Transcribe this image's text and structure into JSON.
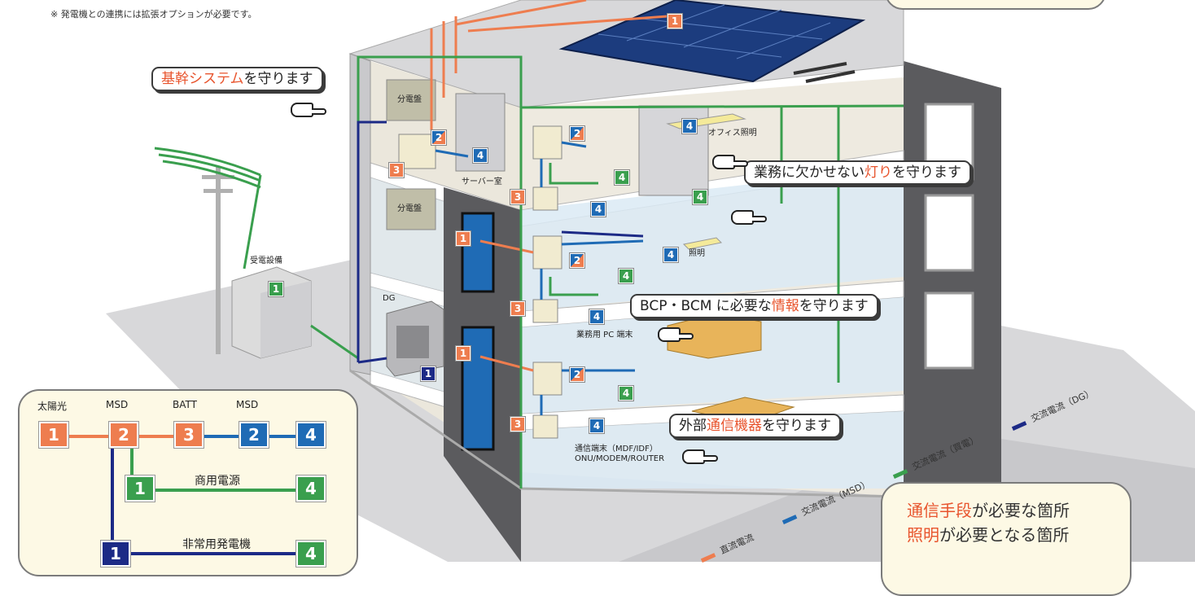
{
  "note": "※ 発電機との連携には拡張オプションが必要です。",
  "callouts": {
    "kikan": {
      "hl": "基幹システム",
      "rest": "を守ります"
    },
    "akari": {
      "pre": "業務に欠かせない",
      "hl": "灯り",
      "rest": "を守ります"
    },
    "joho": {
      "pre": "BCP・BCM に必要な",
      "hl": "情報",
      "rest": "を守ります"
    },
    "tsushin": {
      "pre": "外部",
      "hl": "通信機器",
      "rest": "を守ります"
    }
  },
  "labels": {
    "bunden1": "分電盤",
    "bunden2": "分電盤",
    "server": "サーバー室",
    "office": "オフィス照明",
    "shomei": "照明",
    "pc": "業務用 PC 端末",
    "comm1": "通信端末（MDF/IDF）",
    "comm2": "ONU/MODEM/ROUTER",
    "juden": "受電設備",
    "dg": "DG"
  },
  "badges": {
    "solar": "1",
    "bat_2f": "3",
    "msd_2f": "2",
    "server": "4",
    "office": "4",
    "g_2a": "4",
    "g_2b": "4",
    "bat_2f_right": "3",
    "msd_2f_right": "2",
    "pc_3f": "4",
    "juden": "1",
    "solar_3f": "1",
    "msd_3f": "2",
    "g_3f": "4",
    "shomei": "4",
    "bat_3f": "3",
    "pc": "4",
    "dg": "1",
    "solar_1f": "1",
    "msd_1f": "2",
    "g_1f": "4",
    "bat_1f": "3",
    "comm": "4"
  },
  "legend": {
    "heads": [
      "太陽光",
      "MSD",
      "BATT",
      "MSD"
    ],
    "row1": [
      "1",
      "2",
      "3",
      "2",
      "4"
    ],
    "row2": {
      "left": "1",
      "label": "商用電源",
      "right": "4"
    },
    "row3": {
      "left": "1",
      "label": "非常用発電機",
      "right": "4"
    }
  },
  "currents": [
    {
      "label": "直流電流",
      "color": "#ee7d4f"
    },
    {
      "label": "交流電流（MSD）",
      "color": "#1f6bb5"
    },
    {
      "label": "交流電流（買電）",
      "color": "#3a9f4e"
    },
    {
      "label": "交流電流（DG）",
      "color": "#1c2a86"
    }
  ],
  "box_br": {
    "line1_hl": "通信手段",
    "line1_rest": "が必要な箇所",
    "line2_hl": "照明",
    "line2_rest": "が必要となる箇所"
  },
  "colors": {
    "dc": "#ee7d4f",
    "ac_msd": "#1f6bb5",
    "ac_grid": "#3a9f4e",
    "ac_dg": "#1c2a86",
    "box_fill": "#fdf9e5",
    "highlight": "#e8542d"
  }
}
